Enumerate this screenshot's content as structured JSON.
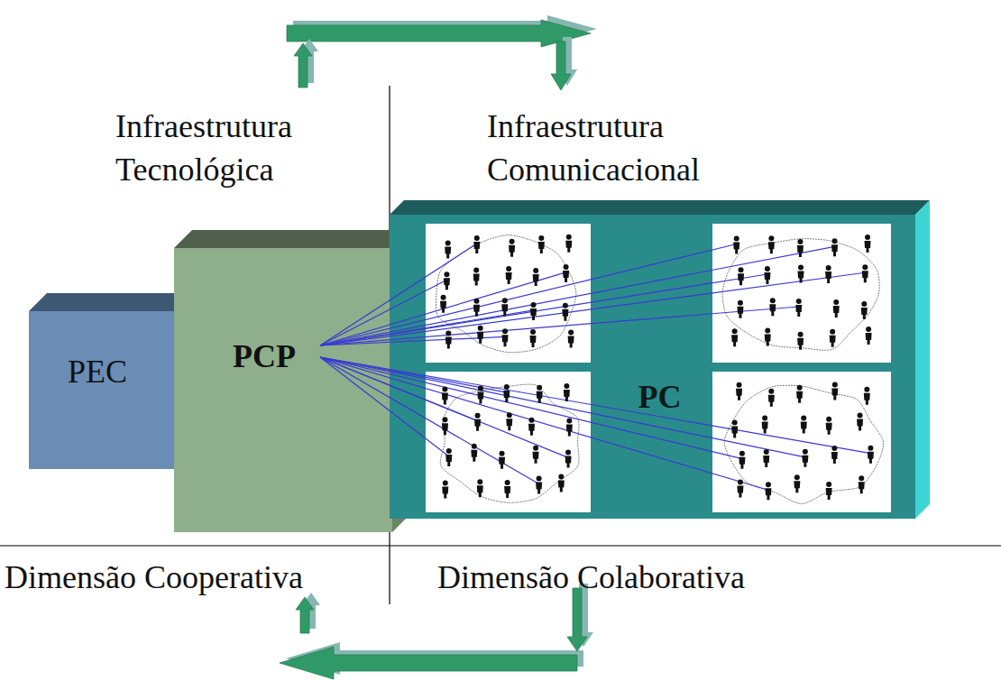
{
  "diagram": {
    "nodes": [
      {
        "text": [
          "PEC"
        ]
      },
      {
        "text": [
          "PCP"
        ]
      },
      {
        "text": [
          "PC"
        ]
      }
    ],
    "labels": [
      "Infraestrutura Tecnológica",
      "Infraestrutura Comunicacional",
      "Dimensão Cooperativa",
      "Dimensão Colaborativa"
    ]
  }
}
